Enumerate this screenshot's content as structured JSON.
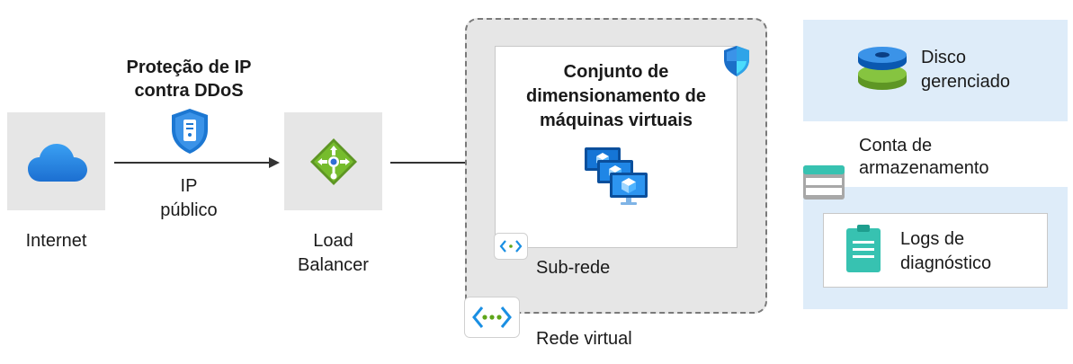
{
  "internet": {
    "label": "Internet"
  },
  "ddos": {
    "title_line1": "Proteção de IP",
    "title_line2": "contra DDoS"
  },
  "public_ip": {
    "line1": "IP",
    "line2": "público"
  },
  "load_balancer": {
    "line1": "Load",
    "line2": "Balancer"
  },
  "vmss": {
    "line1": "Conjunto de",
    "line2": "dimensionamento de",
    "line3": "máquinas virtuais"
  },
  "subnet": {
    "label": "Sub-rede"
  },
  "vnet": {
    "label": "Rede virtual"
  },
  "managed_disk": {
    "line1": "Disco",
    "line2": "gerenciado"
  },
  "storage_account": {
    "line1": "Conta de",
    "line2": "armazenamento"
  },
  "diag_logs": {
    "line1": "Logs de",
    "line2": "diagnóstico"
  },
  "colors": {
    "tile_gray": "#e6e6e6",
    "storage_blue": "#deecf9",
    "azure_blue": "#0078d4",
    "arrow": "#333333",
    "dashed_border": "#7a7a7a"
  },
  "icons": [
    "cloud-icon",
    "ddos-shield-icon",
    "load-balancer-icon",
    "vm-stack-icon",
    "security-shield-icon",
    "subnet-icon",
    "vnet-icon",
    "disk-icon",
    "storage-icon",
    "log-icon"
  ]
}
